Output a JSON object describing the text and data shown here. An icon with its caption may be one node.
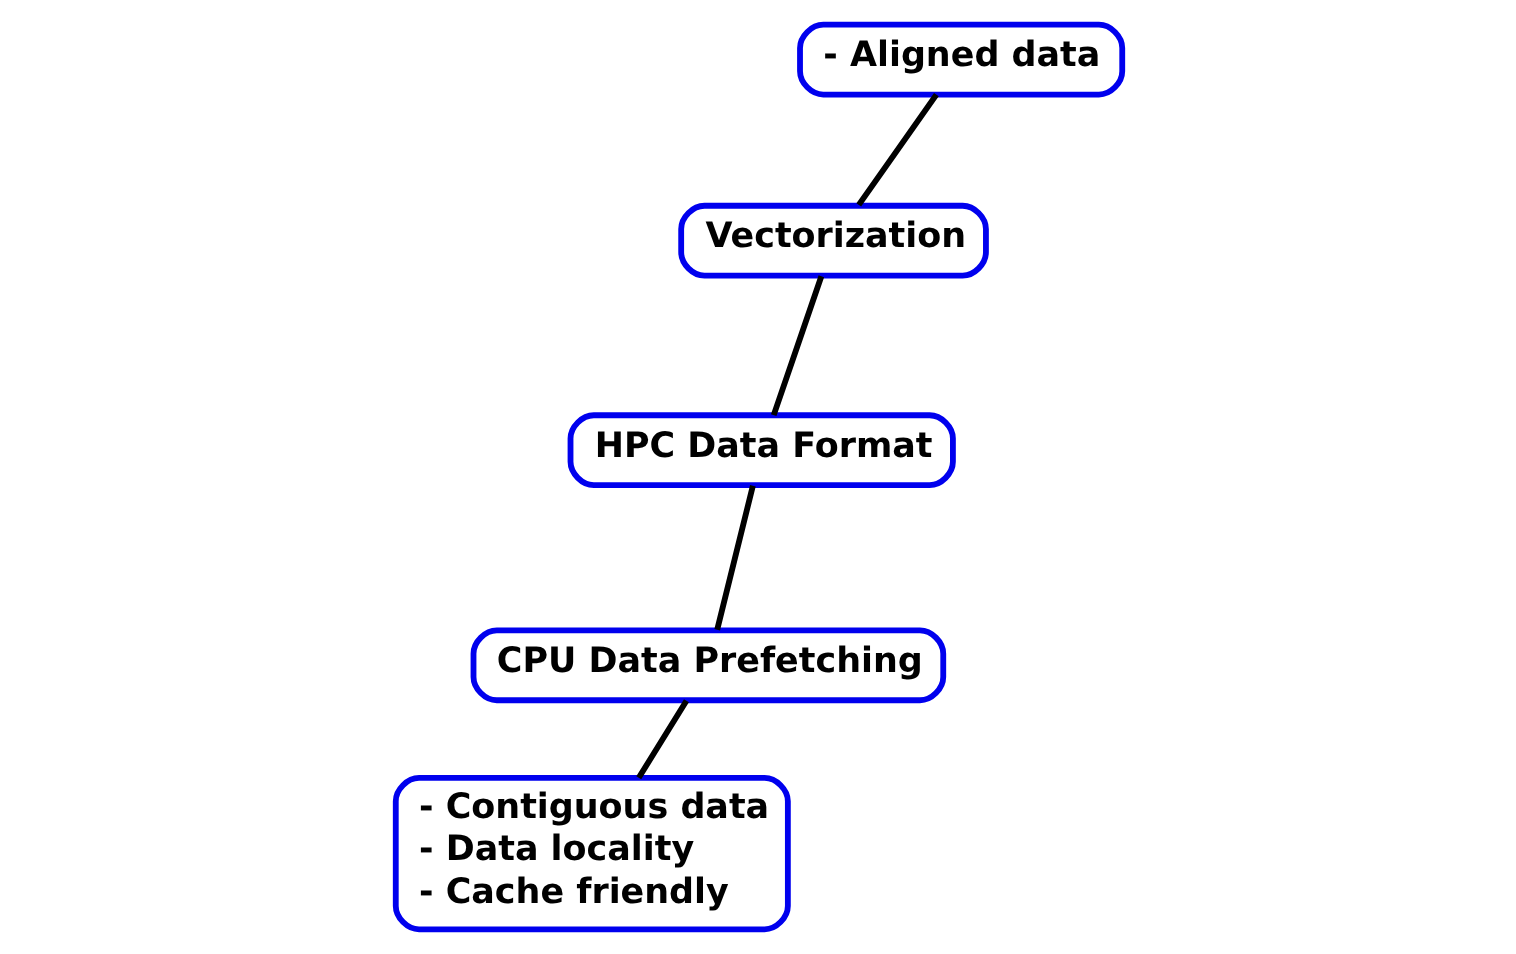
{
  "diagram": {
    "nodes": [
      {
        "text": [
          "- Contiguous data",
          "- Data locality",
          "- Cache friendly"
        ]
      },
      {
        "text": [
          "CPU Data Prefetching"
        ]
      },
      {
        "text": [
          "HPC Data Format"
        ]
      },
      {
        "text": [
          "Vectorization"
        ]
      },
      {
        "text": [
          "- Aligned data"
        ]
      }
    ],
    "edges": [
      {
        "from": 1,
        "to": 0,
        "arrow": "none"
      },
      {
        "from": 1,
        "to": 2,
        "arrow": "none"
      },
      {
        "from": 3,
        "to": 2,
        "arrow": "none"
      },
      {
        "from": 3,
        "to": 4,
        "arrow": "none"
      }
    ]
  }
}
